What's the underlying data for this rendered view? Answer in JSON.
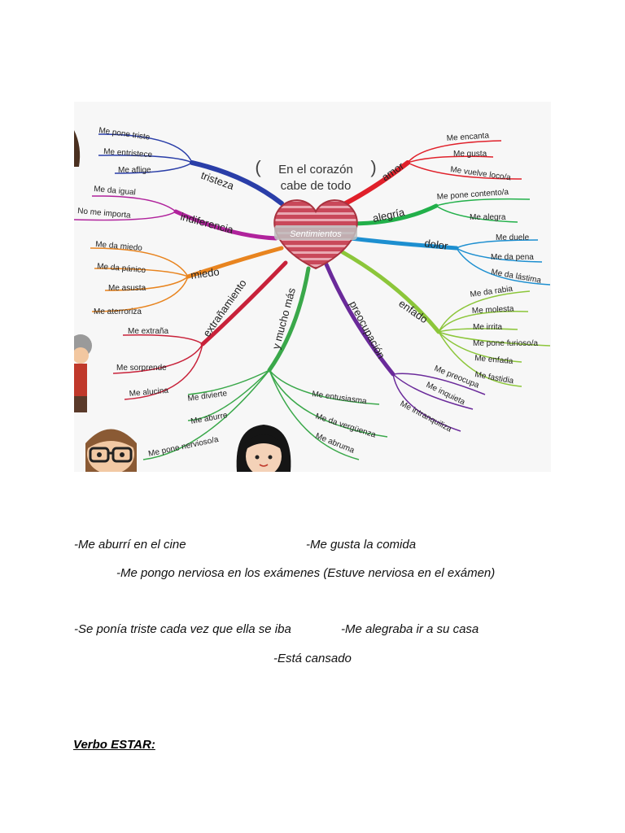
{
  "mindmap": {
    "title_line1": "En el corazón",
    "title_line2": "cabe de todo",
    "center": "Sentimientos",
    "branches": {
      "tristeza": {
        "label": "tristeza",
        "color": "#2a3ea8",
        "items": [
          "Me pone triste",
          "Me entristece",
          "Me aflige"
        ]
      },
      "indiferencia": {
        "label": "indiferencia",
        "color": "#b0239c",
        "items": [
          "Me da igual",
          "No me importa"
        ]
      },
      "miedo": {
        "label": "miedo",
        "color": "#e8841f",
        "items": [
          "Me da miedo",
          "Me da pánico",
          "Me asusta",
          "Me aterroriza"
        ]
      },
      "extranamiento": {
        "label": "extrañamiento",
        "color": "#c8223a",
        "items": [
          "Me extraña",
          "Me sorprende",
          "Me alucina"
        ]
      },
      "mucho_mas": {
        "label": "y mucho más",
        "color": "#3aa84a",
        "items": [
          "Me divierte",
          "Me aburre",
          "Me pone nervioso/a",
          "Me entusiasma",
          "Me da vergüenza",
          "Me abruma"
        ]
      },
      "preocupacion": {
        "label": "preocupación",
        "color": "#6a2a9a",
        "items": [
          "Me preocupa",
          "Me inquieta",
          "Me intranquiliza"
        ]
      },
      "enfado": {
        "label": "enfado",
        "color": "#8cc63a",
        "items": [
          "Me da rabia",
          "Me molesta",
          "Me irrita",
          "Me pone furioso/a",
          "Me enfada",
          "Me fastidia"
        ]
      },
      "dolor": {
        "label": "dolor",
        "color": "#1d8fd0",
        "items": [
          "Me duele",
          "Me da pena",
          "Me da lástima"
        ]
      },
      "alegria": {
        "label": "alegría",
        "color": "#22b04a",
        "items": [
          "Me pone contento/a",
          "Me alegra"
        ]
      },
      "amor": {
        "label": "amor",
        "color": "#e0202a",
        "items": [
          "Me encanta",
          "Me gusta",
          "Me vuelve loco/a"
        ]
      }
    }
  },
  "text": {
    "line1a": "-Me aburrí en el cine",
    "line1b": "-Me gusta la comida",
    "line2": "-Me pongo nerviosa en los exámenes (Estuve nerviosa en el exámen)",
    "line3a": "-Se ponía triste cada vez que ella se iba",
    "line3b": "-Me alegraba ir a su casa",
    "line4": "-Está cansado",
    "footer": "Verbo ESTAR:"
  }
}
